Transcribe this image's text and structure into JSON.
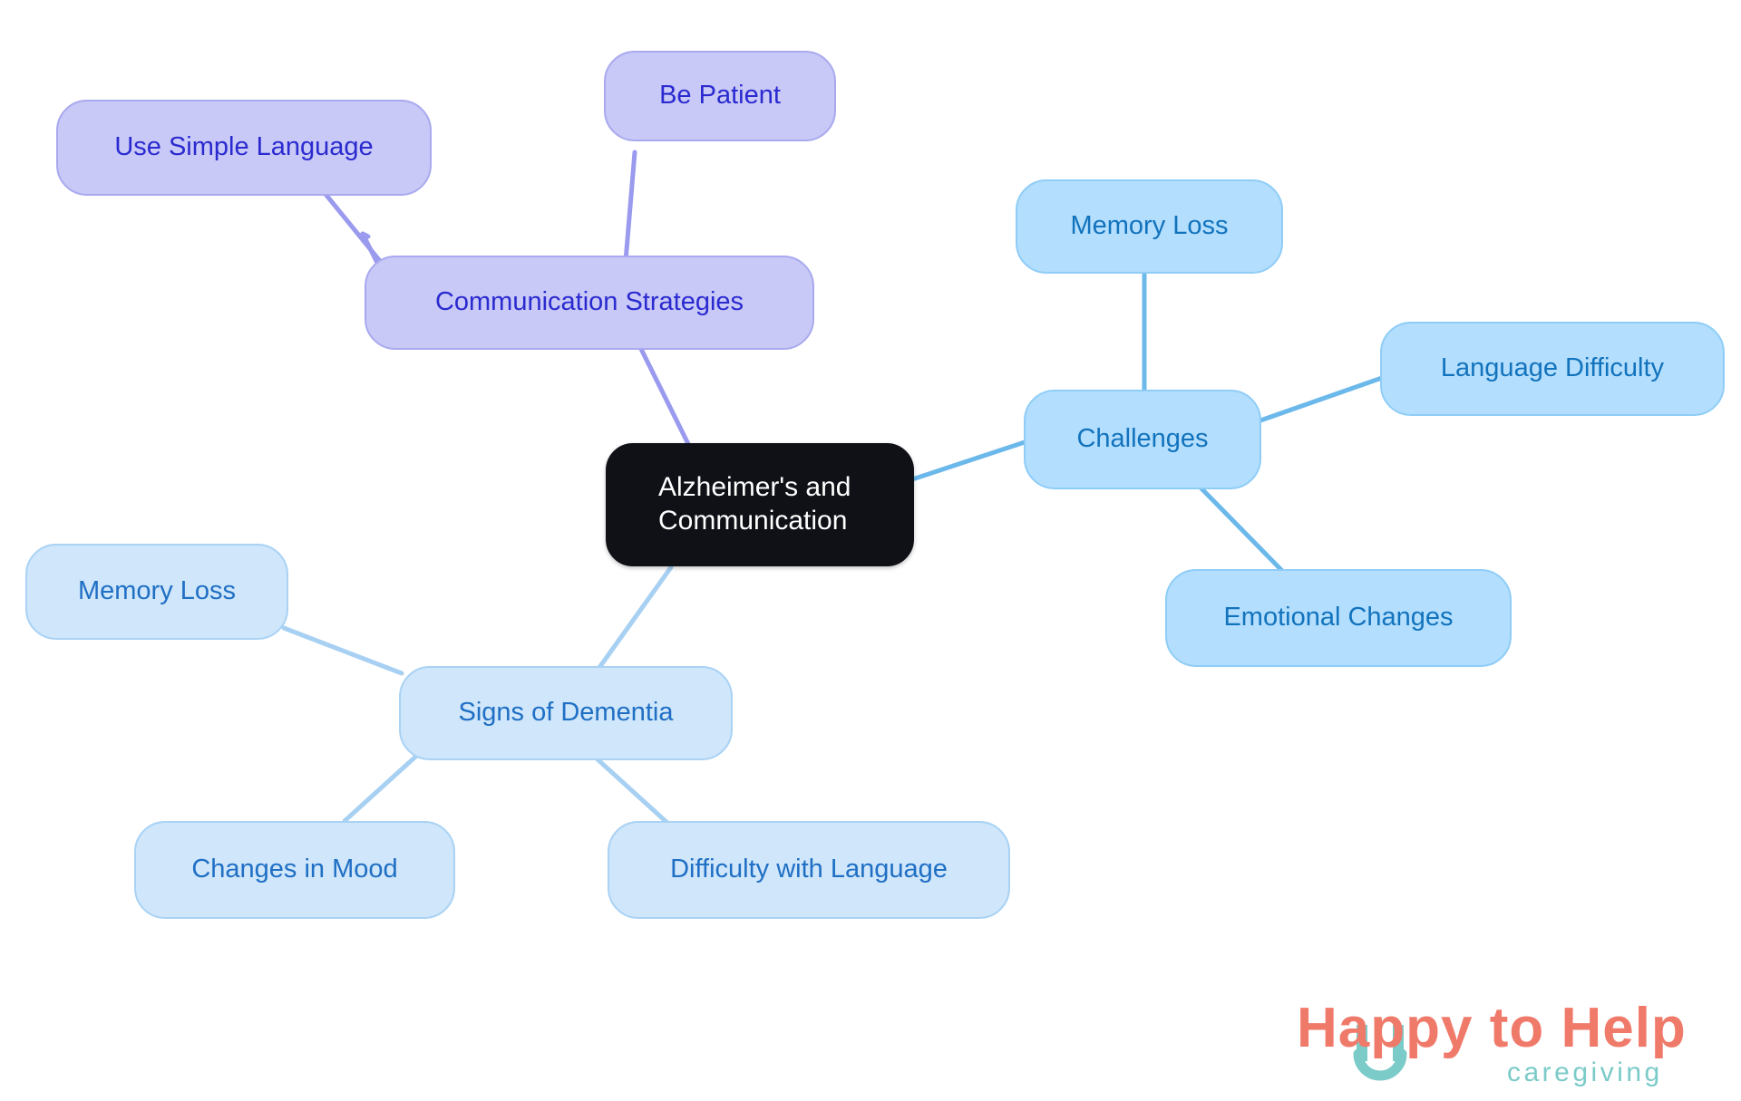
{
  "diagram": {
    "type": "mindmap",
    "title": "Alzheimer's and Communication",
    "root": {
      "id": "root",
      "label": "Alzheimer's and\nCommunication",
      "style": "dark",
      "fill": "#0f1117",
      "text_color": "#ffffff"
    },
    "branches": [
      {
        "id": "communication-strategies",
        "label": "Communication Strategies",
        "style": "purple",
        "fill": "#c9c9f7",
        "border": "#a9a9ef",
        "text_color": "#2a2ad0",
        "edge_color": "#9a9aee",
        "children": [
          {
            "id": "use-simple-language",
            "label": "Use Simple Language"
          },
          {
            "id": "be-patient",
            "label": "Be Patient"
          }
        ]
      },
      {
        "id": "challenges",
        "label": "Challenges",
        "style": "blue-mid",
        "fill": "#b3defd",
        "border": "#8fcdf7",
        "text_color": "#1273bd",
        "edge_color": "#6bb8ea",
        "children": [
          {
            "id": "memory-loss-challenges",
            "label": "Memory Loss"
          },
          {
            "id": "language-difficulty",
            "label": "Language Difficulty"
          },
          {
            "id": "emotional-changes",
            "label": "Emotional Changes"
          }
        ]
      },
      {
        "id": "signs-of-dementia",
        "label": "Signs of Dementia",
        "style": "blue-light",
        "fill": "#cfe6fb",
        "border": "#a9d2f4",
        "text_color": "#1f6fc4",
        "edge_color": "#a7d0f2",
        "children": [
          {
            "id": "memory-loss-signs",
            "label": "Memory Loss"
          },
          {
            "id": "changes-in-mood",
            "label": "Changes in Mood"
          },
          {
            "id": "difficulty-with-language",
            "label": "Difficulty with Language"
          }
        ]
      }
    ]
  },
  "nodes": {
    "root": "Alzheimer's and\nCommunication",
    "use_simple_language": "Use Simple Language",
    "be_patient": "Be Patient",
    "communication_strategies": "Communication Strategies",
    "memory_loss_challenges": "Memory Loss",
    "challenges": "Challenges",
    "language_difficulty": "Language Difficulty",
    "emotional_changes": "Emotional Changes",
    "memory_loss_signs": "Memory Loss",
    "signs_of_dementia": "Signs of Dementia",
    "changes_in_mood": "Changes in Mood",
    "difficulty_with_language": "Difficulty with Language"
  },
  "logo": {
    "word_happy": "Happy",
    "word_to": "to",
    "word_help": "Help",
    "word_caregiving": "caregiving",
    "coral": "#f07a6a",
    "teal": "#7bcbc8"
  },
  "colors": {
    "background": "#ffffff",
    "root_fill": "#0f1117",
    "purple_fill": "#c9c9f7",
    "purple_border": "#a9a9ef",
    "purple_text": "#2a2ad0",
    "purple_edge": "#9a9aee",
    "blue_mid_fill": "#b3defd",
    "blue_mid_border": "#8fcdf7",
    "blue_mid_text": "#1273bd",
    "blue_mid_edge": "#6bb8ea",
    "blue_light_fill": "#cfe6fb",
    "blue_light_border": "#a9d2f4",
    "blue_light_text": "#1f6fc4",
    "blue_light_edge": "#a7d0f2"
  },
  "edges": [
    {
      "from": "root",
      "to": "communication_strategies",
      "color": "#9a9aee"
    },
    {
      "from": "communication_strategies",
      "to": "use_simple_language",
      "color": "#9a9aee"
    },
    {
      "from": "communication_strategies",
      "to": "be_patient",
      "color": "#9a9aee"
    },
    {
      "from": "root",
      "to": "challenges",
      "color": "#6bb8ea"
    },
    {
      "from": "challenges",
      "to": "memory_loss_challenges",
      "color": "#6bb8ea"
    },
    {
      "from": "challenges",
      "to": "language_difficulty",
      "color": "#6bb8ea"
    },
    {
      "from": "challenges",
      "to": "emotional_changes",
      "color": "#6bb8ea"
    },
    {
      "from": "root",
      "to": "signs_of_dementia",
      "color": "#a7d0f2"
    },
    {
      "from": "signs_of_dementia",
      "to": "memory_loss_signs",
      "color": "#a7d0f2"
    },
    {
      "from": "signs_of_dementia",
      "to": "changes_in_mood",
      "color": "#a7d0f2"
    },
    {
      "from": "signs_of_dementia",
      "to": "difficulty_with_language",
      "color": "#a7d0f2"
    }
  ]
}
